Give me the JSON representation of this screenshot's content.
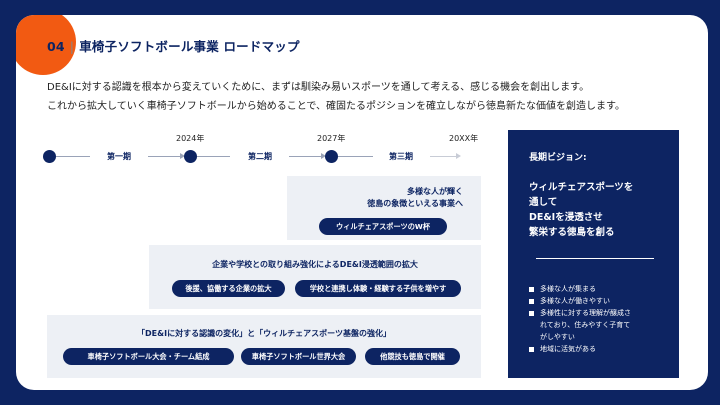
{
  "header": {
    "number": "04",
    "separator": "|",
    "title": "車椅子ソフトボール事業 ロードマップ"
  },
  "intro": {
    "line1": "DE&Iに対する認識を根本から変えていくために、まずは馴染み易いスポーツを通して考える、感じる機会を創出します。",
    "line2": "これから拡大していく車椅子ソフトボールから始めることで、確固たるポジションを確立しながら徳島新たな価値を創造します。"
  },
  "timeline": {
    "phases": [
      "第一期",
      "第二期",
      "第三期"
    ],
    "years": [
      "2024年",
      "2027年",
      "20XX年"
    ]
  },
  "blocks": {
    "phase3": {
      "text_line1": "多様な人が輝く",
      "text_line2": "徳島の象徴といえる事業へ",
      "pills": [
        "ウィルチェアスポーツのW杯"
      ]
    },
    "phase2": {
      "text": "企業や学校との取り組み強化によるDE&I浸透範囲の拡大",
      "pills": [
        "後援、協働する企業の拡大",
        "学校と連携し体験・経験する子供を増やす"
      ]
    },
    "phase1": {
      "text": "「DE&Iに対する認識の変化」と「ウィルチェアスポーツ基盤の強化」",
      "pills": [
        "車椅子ソフトボール大会・チーム結成",
        "車椅子ソフトボール世界大会",
        "他競技も徳島で開催"
      ]
    }
  },
  "vision": {
    "title": "長期ビジョン:",
    "lines": [
      "ウィルチェアスポーツを",
      "通して",
      "DE&Iを浸透させ",
      "繁栄する徳島を創る"
    ],
    "bullets": [
      "多様な人が集まる",
      "多様な人が働きやすい",
      "多様性に対する理解が醸成さ",
      "れており、住みやすく子育て",
      "がしやすい",
      "地域に活気がある"
    ]
  },
  "colors": {
    "navy": "#0d2462",
    "accent_orange": "#f25a12",
    "block_bg": "#edf0f5"
  }
}
